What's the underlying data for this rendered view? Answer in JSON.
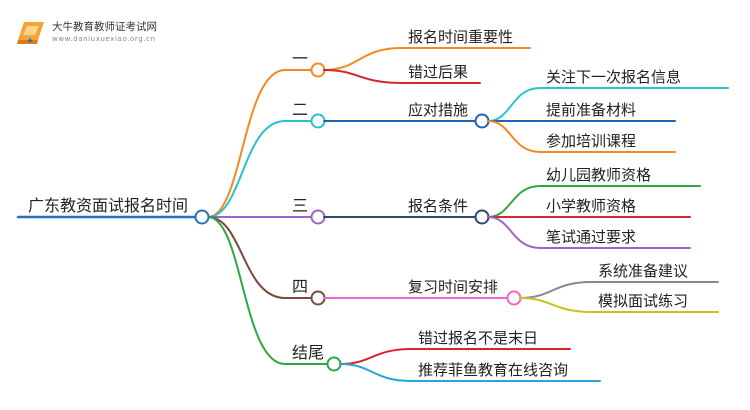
{
  "logo": {
    "title": "大牛教育教师证考试网",
    "url": "www.daniuxuexiao.org.cn",
    "icon": "book-logo-icon"
  },
  "root": {
    "label": "广东教资面试报名时间",
    "color": "#2a6fb8"
  },
  "branches": [
    {
      "label": "一",
      "color": "#f5891f",
      "children": [
        {
          "label": "报名时间重要性",
          "color": "#f5891f"
        },
        {
          "label": "错过后果",
          "color": "#d9262d"
        }
      ]
    },
    {
      "label": "二",
      "color": "#27c4cc",
      "subtopic": {
        "label": "应对措施",
        "color": "#1f63b3"
      },
      "children": [
        {
          "label": "关注下一次报名信息",
          "color": "#27c4cc"
        },
        {
          "label": "提前准备材料",
          "color": "#1f63b3"
        },
        {
          "label": "参加培训课程",
          "color": "#f5891f"
        }
      ]
    },
    {
      "label": "三",
      "color": "#9b64c8",
      "subtopic": {
        "label": "报名条件",
        "color": "#2c4a6e"
      },
      "children": [
        {
          "label": "幼儿园教师资格",
          "color": "#2da845"
        },
        {
          "label": "小学教师资格",
          "color": "#d9262d"
        },
        {
          "label": "笔试通过要求",
          "color": "#9b64c8"
        }
      ]
    },
    {
      "label": "四",
      "color": "#7b4a3a",
      "subtopic": {
        "label": "复习时间安排",
        "color": "#ee66cc"
      },
      "children": [
        {
          "label": "系统准备建议",
          "color": "#888888"
        },
        {
          "label": "模拟面试练习",
          "color": "#c9c21e"
        }
      ]
    },
    {
      "label": "结尾",
      "color": "#2da845",
      "children": [
        {
          "label": "错过报名不是末日",
          "color": "#d9262d"
        },
        {
          "label": "推荐菲鱼教育在线咨询",
          "color": "#27a6d9"
        }
      ]
    }
  ]
}
